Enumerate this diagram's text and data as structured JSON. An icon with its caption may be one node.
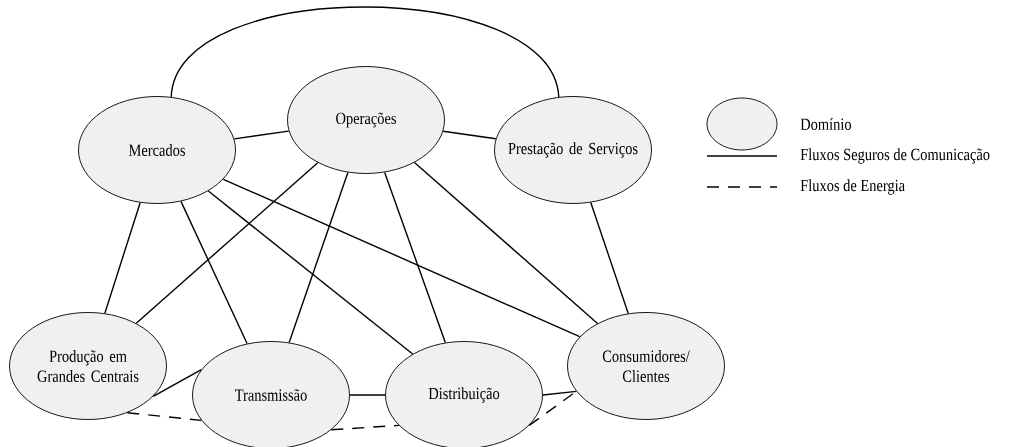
{
  "diagram": {
    "nodes": [
      {
        "text": [
          "Mercados"
        ]
      },
      {
        "text": [
          "Operações"
        ]
      },
      {
        "text": [
          "Prestação de Serviços"
        ]
      },
      {
        "text": [
          "Produção em Grandes Centrais"
        ]
      },
      {
        "text": [
          "Transmissão"
        ]
      },
      {
        "text": [
          "Distribuição"
        ]
      },
      {
        "text": [
          "Consumidores/ Clientes"
        ]
      }
    ],
    "edges": [
      {
        "from": 0,
        "to": 2,
        "arrow": "none"
      },
      {
        "from": 0,
        "to": 1,
        "arrow": "none"
      },
      {
        "from": 1,
        "to": 2,
        "arrow": "none"
      },
      {
        "from": 0,
        "to": 3,
        "arrow": "none"
      },
      {
        "from": 0,
        "to": 4,
        "arrow": "none"
      },
      {
        "from": 0,
        "to": 5,
        "arrow": "none"
      },
      {
        "from": 0,
        "to": 6,
        "arrow": "none"
      },
      {
        "from": 1,
        "to": 3,
        "arrow": "none"
      },
      {
        "from": 1,
        "to": 4,
        "arrow": "none"
      },
      {
        "from": 1,
        "to": 5,
        "arrow": "none"
      },
      {
        "from": 1,
        "to": 6,
        "arrow": "none"
      },
      {
        "from": 2,
        "to": 6,
        "arrow": "none"
      },
      {
        "from": 3,
        "to": 4,
        "arrow": "none"
      },
      {
        "from": 4,
        "to": 5,
        "arrow": "none"
      },
      {
        "from": 5,
        "to": 6,
        "arrow": "none"
      },
      {
        "from": 3,
        "to": 4,
        "arrow": "none",
        "style": "dashed"
      },
      {
        "from": 4,
        "to": 5,
        "arrow": "none",
        "style": "dashed"
      },
      {
        "from": 5,
        "to": 6,
        "arrow": "none",
        "style": "dashed"
      }
    ],
    "legend": [
      {
        "text": "Domínio"
      },
      {
        "text": "Fluxos Seguros de Comunicação"
      },
      {
        "text": "Fluxos de Energia"
      }
    ]
  }
}
